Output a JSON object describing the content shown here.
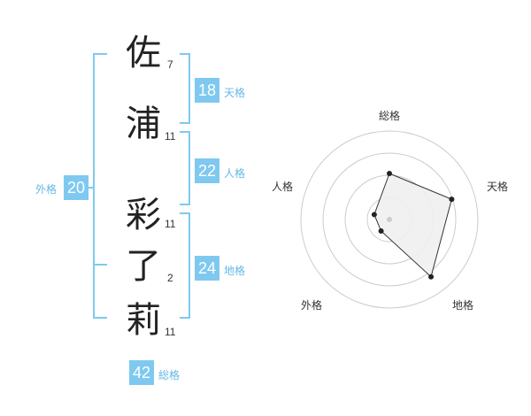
{
  "name_chars": [
    {
      "char": "佐",
      "strokes": "7"
    },
    {
      "char": "浦",
      "strokes": "11"
    },
    {
      "char": "彩",
      "strokes": "11"
    },
    {
      "char": "了",
      "strokes": "2"
    },
    {
      "char": "莉",
      "strokes": "11"
    }
  ],
  "fortune": {
    "tenkaku": {
      "value": "18",
      "label": "天格"
    },
    "jinkaku": {
      "value": "22",
      "label": "人格"
    },
    "chikaku": {
      "value": "24",
      "label": "地格"
    },
    "gaikaku": {
      "value": "20",
      "label": "外格"
    },
    "soukaku": {
      "value": "42",
      "label": "総格"
    }
  },
  "radar": {
    "axes": [
      "総格",
      "天格",
      "地格",
      "外格",
      "人格"
    ],
    "levels": 4,
    "values": [
      2.6,
      3.7,
      4.0,
      0.8,
      0.9
    ],
    "max": 5
  },
  "colors": {
    "accent": "#7fc9f0",
    "accent_text": "#66b8e6",
    "fill": "#f0f0f0"
  }
}
